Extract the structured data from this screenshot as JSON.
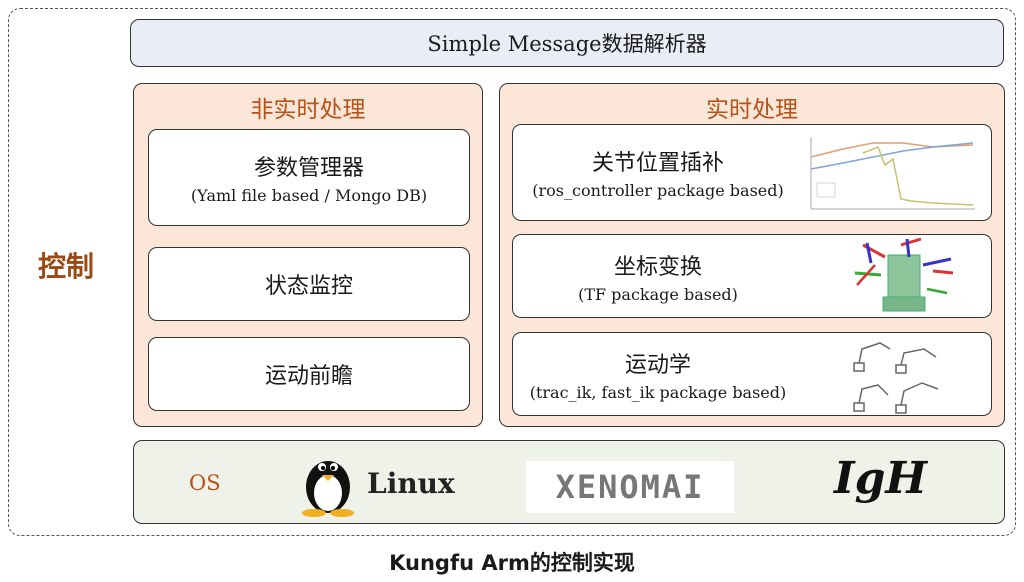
{
  "side_label": "控制",
  "parser": "Simple Message数据解析器",
  "non_realtime": {
    "title": "非实时处理",
    "items": [
      {
        "cn": "参数管理器",
        "en": "(Yaml file based / Mongo DB)"
      },
      {
        "cn": "状态监控",
        "en": ""
      },
      {
        "cn": "运动前瞻",
        "en": ""
      }
    ]
  },
  "realtime": {
    "title": "实时处理",
    "items": [
      {
        "cn": "关节位置插补",
        "en": "(ros_controller package based)",
        "icon": "trajectory-plot-icon"
      },
      {
        "cn": "坐标变换",
        "en": "(TF package based)",
        "icon": "tf-frames-robot-icon"
      },
      {
        "cn": "运动学",
        "en": "(trac_ik, fast_ik package based)",
        "icon": "robot-arms-icon"
      }
    ]
  },
  "os": {
    "label": "OS",
    "logos": [
      "Linux",
      "XENOMAI",
      "IgH"
    ]
  },
  "caption": "Kungfu Arm的控制实现",
  "colors": {
    "accent": "#b5531a",
    "panel_bg": "#fbe6d7",
    "parser_bg": "#e9edf5",
    "os_bg": "#eef2e8"
  }
}
